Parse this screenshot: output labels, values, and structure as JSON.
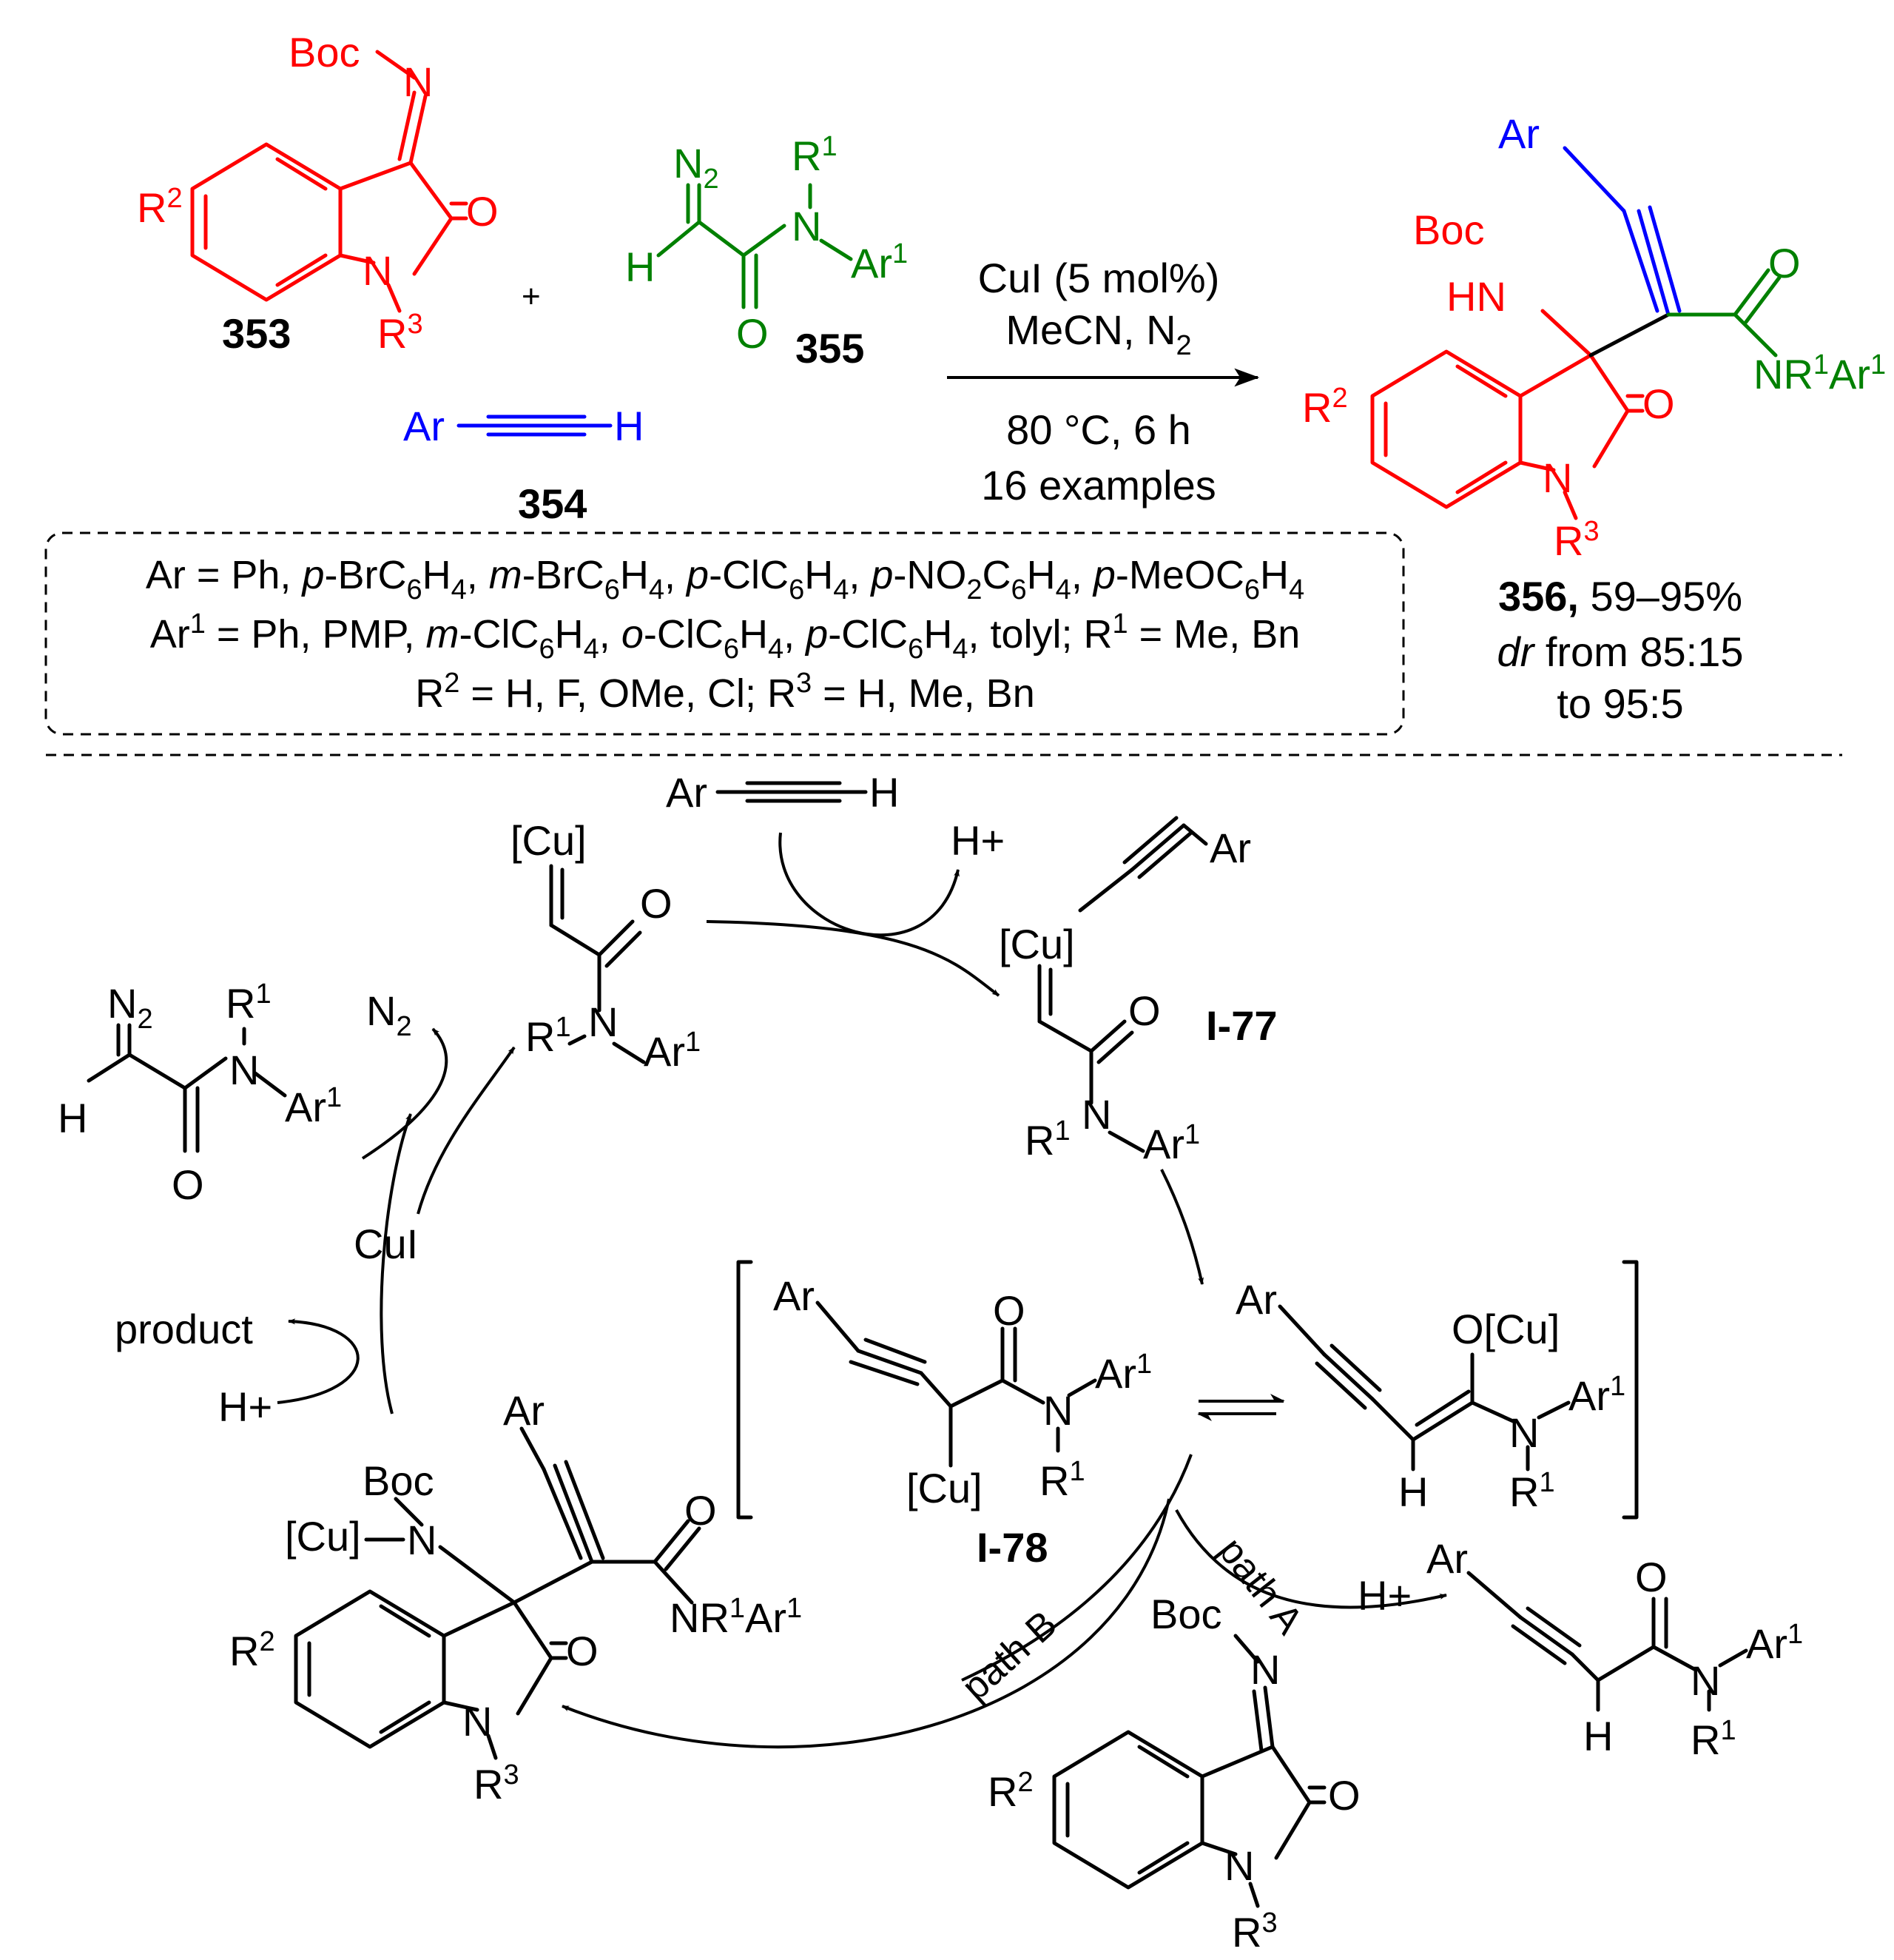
{
  "compounds": {
    "isatin_imine": {
      "id": "353",
      "boc": "Boc",
      "imine_n": "N",
      "oxo": "O",
      "ring_n": "N",
      "r2": "R",
      "r2_sup": "2",
      "r3": "R",
      "r3_sup": "3"
    },
    "alkyne": {
      "id": "354",
      "ar": "Ar",
      "h": "H"
    },
    "diazo_amide": {
      "id": "355",
      "n2": "N",
      "n2_sub": "2",
      "r1": "R",
      "r1_sup": "1",
      "n": "N",
      "ar1": "Ar",
      "ar1_sup": "1",
      "h": "H",
      "o": "O"
    },
    "product": {
      "id": "356,",
      "yield": "59–95%",
      "dr_italic": "dr",
      "dr_text": "from 85:15",
      "dr_text2": "to 95:5",
      "ar": "Ar",
      "boc": "Boc",
      "hn": "HN",
      "o_top": "O",
      "nr1ar1": "NR",
      "oxo": "O",
      "ring_n": "N",
      "r2": "R",
      "r3": "R"
    }
  },
  "plus": "+",
  "conditions": {
    "line1": "CuI (5 mol%)",
    "line2_a": "MeCN, N",
    "line2_sub": "2",
    "line3": "80 °C, 6 h",
    "line4": "16 examples"
  },
  "scope": {
    "line1": [
      {
        "t": "Ar = Ph, "
      },
      {
        "t": "p",
        "i": true
      },
      {
        "t": "-BrC"
      },
      {
        "t": "6",
        "sub": true
      },
      {
        "t": "H"
      },
      {
        "t": "4",
        "sub": true
      },
      {
        "t": ", "
      },
      {
        "t": "m",
        "i": true
      },
      {
        "t": "-BrC"
      },
      {
        "t": "6",
        "sub": true
      },
      {
        "t": "H"
      },
      {
        "t": "4",
        "sub": true
      },
      {
        "t": ", "
      },
      {
        "t": "p",
        "i": true
      },
      {
        "t": "-ClC"
      },
      {
        "t": "6",
        "sub": true
      },
      {
        "t": "H"
      },
      {
        "t": "4",
        "sub": true
      },
      {
        "t": ", "
      },
      {
        "t": "p",
        "i": true
      },
      {
        "t": "-NO"
      },
      {
        "t": "2",
        "sub": true
      },
      {
        "t": "C"
      },
      {
        "t": "6",
        "sub": true
      },
      {
        "t": "H"
      },
      {
        "t": "4",
        "sub": true
      },
      {
        "t": ", "
      },
      {
        "t": "p",
        "i": true
      },
      {
        "t": "-MeOC"
      },
      {
        "t": "6",
        "sub": true
      },
      {
        "t": "H"
      },
      {
        "t": "4",
        "sub": true
      }
    ],
    "line2": [
      {
        "t": "Ar"
      },
      {
        "t": "1",
        "sup": true
      },
      {
        "t": " = Ph, PMP, "
      },
      {
        "t": "m",
        "i": true
      },
      {
        "t": "-ClC"
      },
      {
        "t": "6",
        "sub": true
      },
      {
        "t": "H"
      },
      {
        "t": "4",
        "sub": true
      },
      {
        "t": ", "
      },
      {
        "t": "o",
        "i": true
      },
      {
        "t": "-ClC"
      },
      {
        "t": "6",
        "sub": true
      },
      {
        "t": "H"
      },
      {
        "t": "4",
        "sub": true
      },
      {
        "t": ", "
      },
      {
        "t": "p",
        "i": true
      },
      {
        "t": "-ClC"
      },
      {
        "t": "6",
        "sub": true
      },
      {
        "t": "H"
      },
      {
        "t": "4",
        "sub": true
      },
      {
        "t": ", tolyl; R"
      },
      {
        "t": "1",
        "sup": true
      },
      {
        "t": " = Me, Bn"
      }
    ],
    "line3": [
      {
        "t": "R"
      },
      {
        "t": "2",
        "sup": true
      },
      {
        "t": " = H, F, OMe, Cl; R"
      },
      {
        "t": "3",
        "sup": true
      },
      {
        "t": " = H, Me, Bn"
      }
    ]
  },
  "cycle": {
    "top_alkyne": {
      "ar": "Ar",
      "h": "H"
    },
    "h_plus_top": "H+",
    "carbene": {
      "cu": "[Cu]",
      "o": "O",
      "r1": "R",
      "n": "N",
      "ar1": "Ar"
    },
    "n2_release": "N",
    "diazo": {
      "n2": "N",
      "r1": "R",
      "n": "N",
      "ar1": "Ar",
      "h": "H",
      "o": "O"
    },
    "cui": "CuI",
    "product_out": "product",
    "h_plus_left": "H+",
    "i77": {
      "label": "I-77",
      "ar": "Ar",
      "cu": "[Cu]",
      "o": "O",
      "r1": "R",
      "n": "N",
      "ar1": "Ar"
    },
    "i78": {
      "label": "I-78",
      "ar": "Ar",
      "o": "O",
      "n": "N",
      "ar1": "Ar",
      "cu": "[Cu]",
      "r1": "R"
    },
    "enolate": {
      "ar": "Ar",
      "ocu": "O[Cu]",
      "n": "N",
      "ar1": "Ar",
      "h": "H",
      "r1": "R"
    },
    "path_a": "path A",
    "path_b": "path B",
    "h_plus_a": "H+",
    "path_a_product": {
      "ar": "Ar",
      "o": "O",
      "n": "N",
      "ar1": "Ar",
      "h": "H",
      "r1": "R"
    },
    "imine_reagent": {
      "boc": "Boc",
      "n": "N",
      "o": "O",
      "ring_n": "N",
      "r2": "R",
      "r3": "R"
    },
    "cu_adduct": {
      "ar": "Ar",
      "boc": "Boc",
      "cu": "[Cu]",
      "n": "N",
      "o": "O",
      "nr1ar1": "NR",
      "oxo": "O",
      "ring_n": "N",
      "r2": "R",
      "r3": "R"
    }
  },
  "colors": {
    "red": "#ff0000",
    "green": "#008000",
    "blue": "#0000ff",
    "black": "#000000"
  }
}
